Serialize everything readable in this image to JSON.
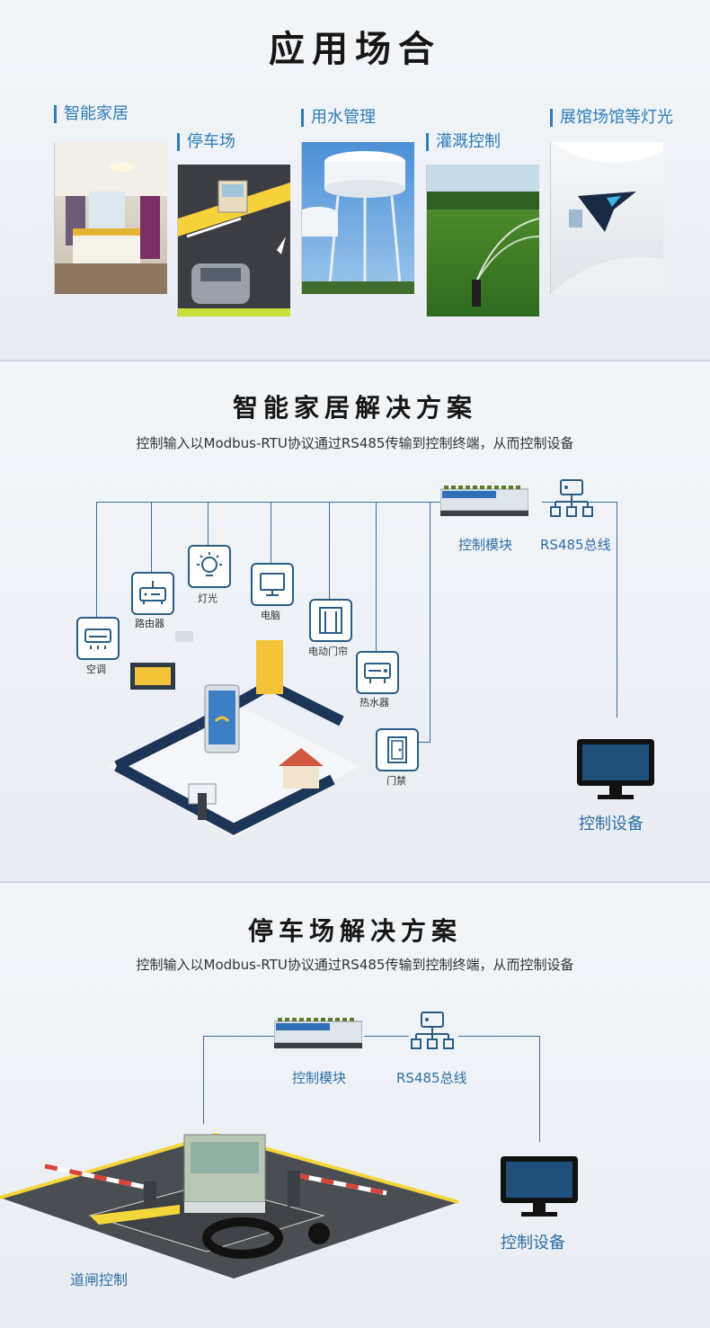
{
  "section1": {
    "title": "应用场合",
    "scenes": [
      {
        "label": "智能家居"
      },
      {
        "label": "停车场"
      },
      {
        "label": "用水管理"
      },
      {
        "label": "灌溉控制"
      },
      {
        "label": "展馆场馆等灯光"
      }
    ]
  },
  "section2": {
    "title": "智能家居解决方案",
    "subtitle": "控制输入以Modbus-RTU协议通过RS485传输到控制终端，从而控制设备",
    "module_label": "控制模块",
    "bus_label": "RS485总线",
    "device_label": "控制设备",
    "devices": [
      {
        "label": "空调",
        "icon": "air-conditioner-icon"
      },
      {
        "label": "路由器",
        "icon": "router-icon"
      },
      {
        "label": "灯光",
        "icon": "light-bulb-icon"
      },
      {
        "label": "电脑",
        "icon": "computer-icon"
      },
      {
        "label": "电动门帘",
        "icon": "door-curtain-icon"
      },
      {
        "label": "热水器",
        "icon": "water-heater-icon"
      },
      {
        "label": "门禁",
        "icon": "door-access-icon"
      }
    ]
  },
  "section3": {
    "title": "停车场解决方案",
    "subtitle": "控制输入以Modbus-RTU协议通过RS485传输到控制终端，从而控制设备",
    "module_label": "控制模块",
    "bus_label": "RS485总线",
    "device_label": "控制设备",
    "gate_label": "道闸控制"
  },
  "colors": {
    "accent": "#2e7db7",
    "line": "#3d6e9a",
    "monitor": "#1f4f7a"
  }
}
